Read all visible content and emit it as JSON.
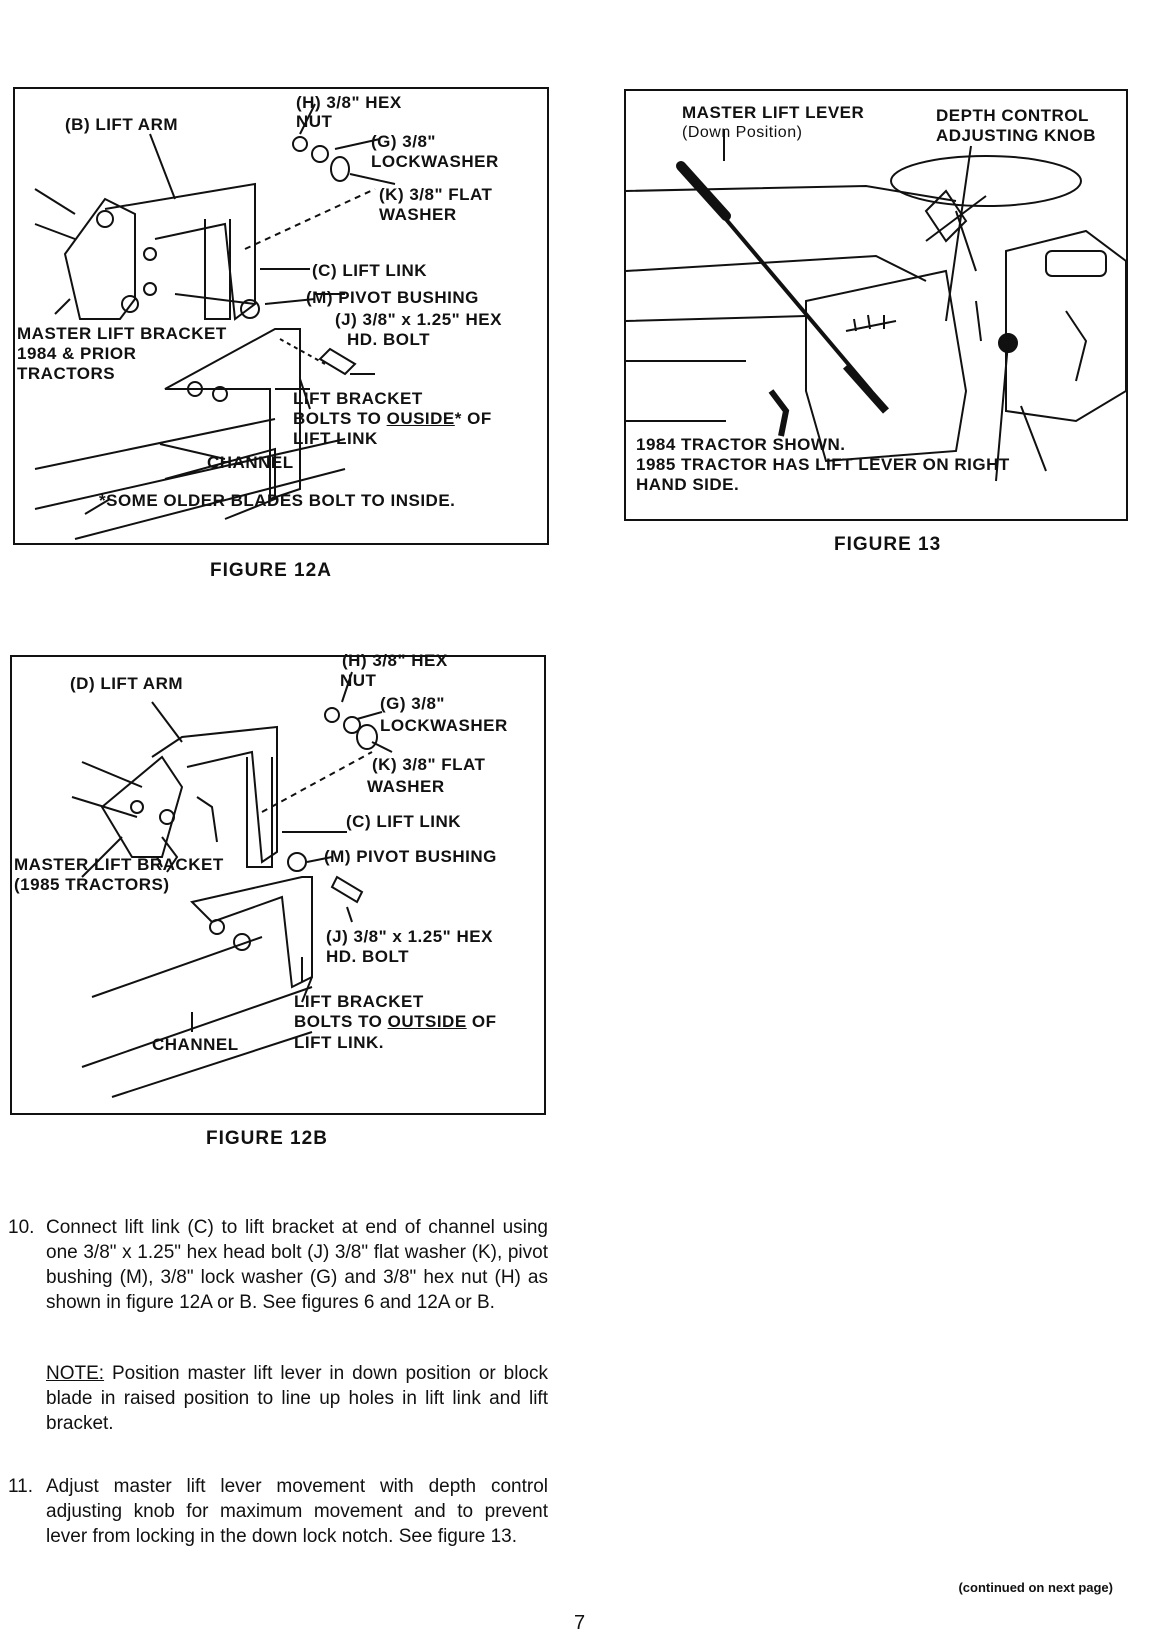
{
  "figure12a": {
    "caption": "FIGURE 12A",
    "labels": {
      "hex_nut": "(H) 3/8\" HEX",
      "hex_nut2": "NUT",
      "lift_arm": "(B) LIFT ARM",
      "lockwasher": "(G) 3/8\"",
      "lockwasher2": "LOCKWASHER",
      "flat_washer": "(K) 3/8\" FLAT",
      "flat_washer2": "WASHER",
      "lift_link": "(C) LIFT LINK",
      "pivot_bushing": "(M) PIVOT BUSHING",
      "bolt": "(J) 3/8\" x 1.25\" HEX",
      "bolt2": "HD. BOLT",
      "bracket": "MASTER LIFT BRACKET",
      "bracket2": "1984 & PRIOR",
      "bracket3": "TRACTORS",
      "bolts_to_a": "LIFT BRACKET",
      "bolts_to_b": "BOLTS TO ",
      "bolts_to_c": "OUSIDE",
      "bolts_to_d": "* OF",
      "bolts_to_e": "LIFT LINK",
      "channel": "CHANNEL",
      "footnote": "*SOME OLDER BLADES BOLT TO INSIDE."
    }
  },
  "figure12b": {
    "caption": "FIGURE 12B",
    "labels": {
      "hex_nut": "(H) 3/8\" HEX",
      "hex_nut2": "NUT",
      "lift_arm": "(D) LIFT ARM",
      "lockwasher": "(G) 3/8\"",
      "lockwasher2": "LOCKWASHER",
      "flat_washer": "(K) 3/8\" FLAT",
      "flat_washer2": "WASHER",
      "lift_link": "(C) LIFT LINK",
      "pivot_bushing": "(M) PIVOT BUSHING",
      "bracket": "MASTER LIFT BRACKET",
      "bracket2": "(1985 TRACTORS)",
      "bolt": "(J) 3/8\" x 1.25\" HEX",
      "bolt2": "HD. BOLT",
      "bolts_to_a": "LIFT BRACKET",
      "bolts_to_b": "BOLTS TO ",
      "bolts_to_c": "OUTSIDE",
      "bolts_to_d": " OF",
      "bolts_to_e": "LIFT LINK.",
      "channel": "CHANNEL"
    }
  },
  "figure13": {
    "caption": "FIGURE 13",
    "labels": {
      "master_lever": "MASTER LIFT LEVER",
      "master_lever2": "(Down Position)",
      "depth_knob": "DEPTH CONTROL",
      "depth_knob2": "ADJUSTING KNOB",
      "note1": "1984 TRACTOR SHOWN.",
      "note2": "1985 TRACTOR HAS LIFT LEVER ON RIGHT",
      "note3": "HAND SIDE."
    }
  },
  "steps": [
    {
      "num": "10.",
      "text": "Connect lift link (C) to lift bracket at end of channel using one 3/8\" x 1.25\" hex head bolt (J) 3/8\" flat washer (K), pivot bushing (M), 3/8\" lock washer (G) and 3/8\" hex nut (H) as shown in figure 12A or B. See figures 6 and 12A or B."
    },
    {
      "num": "11.",
      "text": "Adjust master lift lever movement with depth control adjusting knob for maximum movement and to prevent lever from locking in the down lock notch. See figure 13."
    }
  ],
  "note": {
    "label": "NOTE:",
    "text": " Position master lift lever in down position or block blade in raised position to line up holes in lift link and lift bracket."
  },
  "footer": {
    "continued": "(continued on next page)",
    "page_number": "7"
  }
}
